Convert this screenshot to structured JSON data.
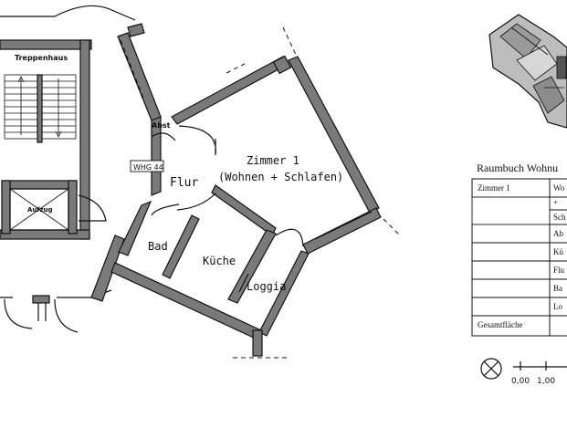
{
  "rooms": {
    "treppenhaus": "Treppenhaus",
    "aufzug": "Aufzug",
    "abst": "Abst",
    "whg": "WHG 44",
    "flur": "Flur",
    "zimmer_title": "Zimmer 1",
    "zimmer_sub": "(Wohnen + Schlafen)",
    "bad": "Bad",
    "kueche": "Küche",
    "loggia": "Loggia"
  },
  "table": {
    "title": "Raumbuch Wohnu",
    "rows": [
      [
        "Zimmer 1",
        "Wo"
      ],
      [
        "",
        "+"
      ],
      [
        "",
        "Sch"
      ],
      [
        "",
        "Ab"
      ],
      [
        "",
        "Kü"
      ],
      [
        "",
        "Flu"
      ],
      [
        "",
        "Ba"
      ],
      [
        "",
        "Lo"
      ],
      [
        "Gesamtfläche",
        ""
      ]
    ]
  },
  "scale": {
    "label_0": "0,00",
    "label_1": "1,00"
  }
}
